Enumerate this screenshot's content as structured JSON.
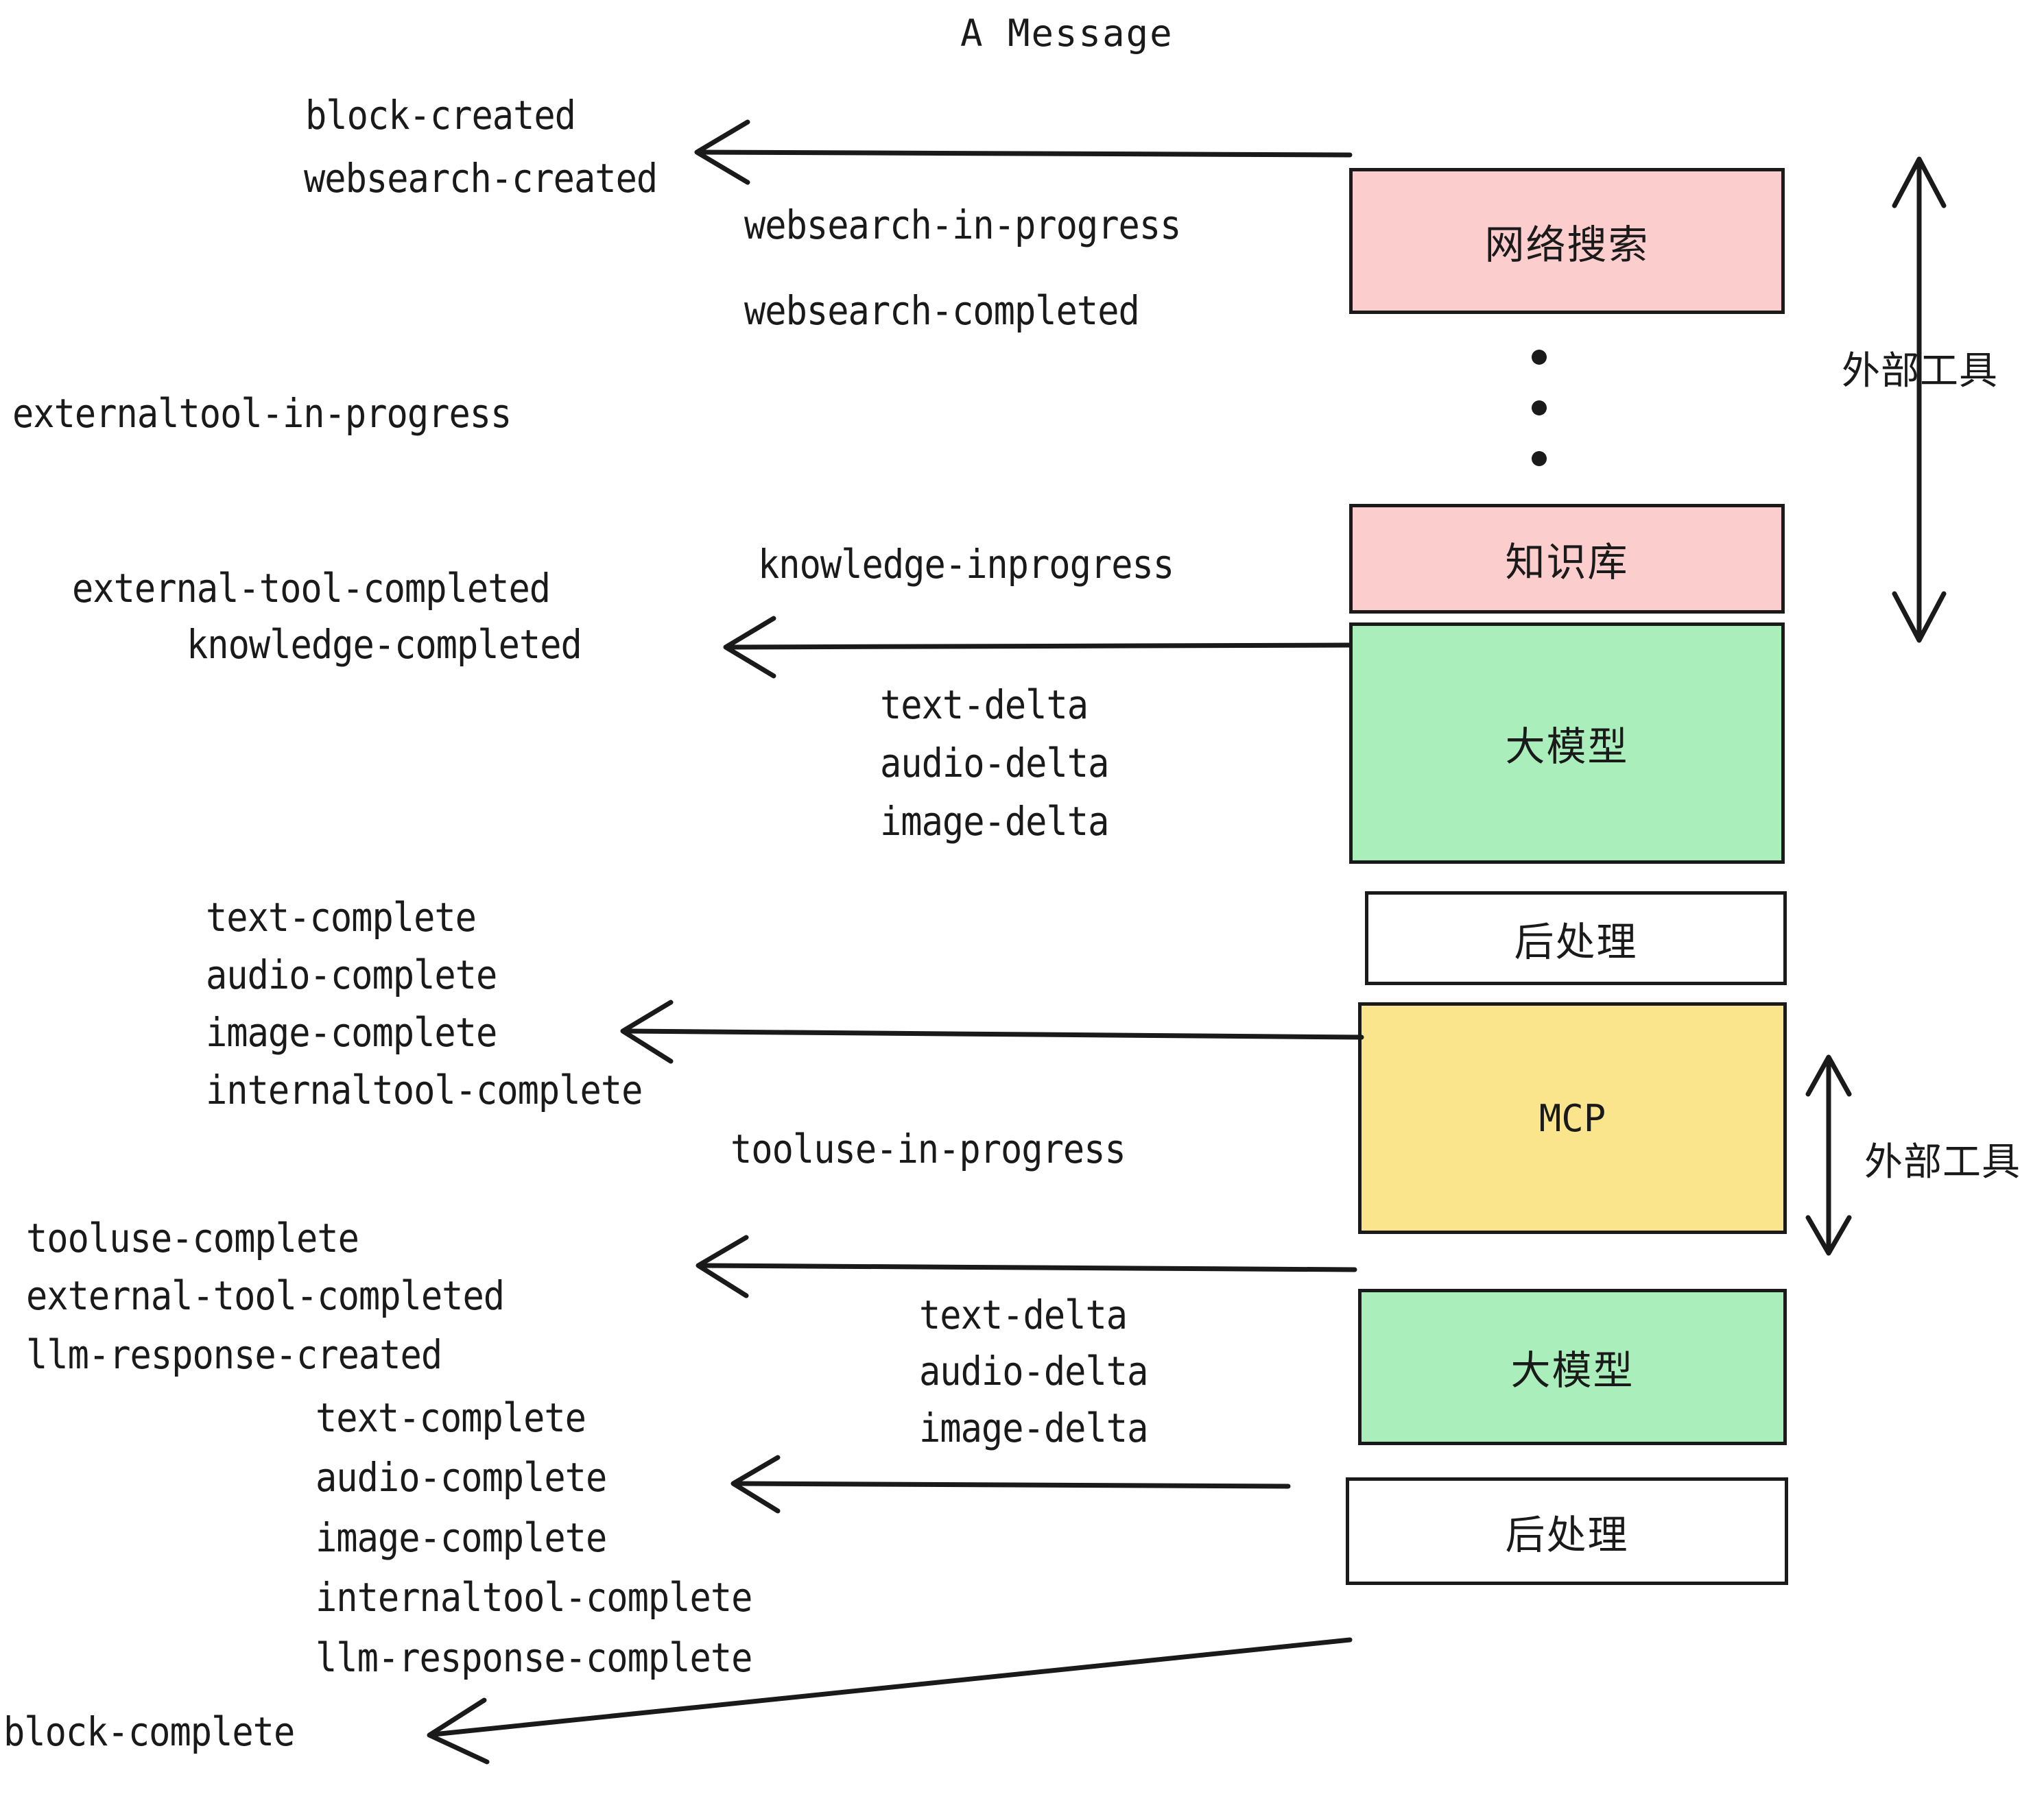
{
  "title": "A Message",
  "boxes": [
    {
      "id": "websearch",
      "label": "网络搜索",
      "color": "#fbcdcd"
    },
    {
      "id": "knowledge",
      "label": "知识库",
      "color": "#fbcdcd"
    },
    {
      "id": "llm-1",
      "label": "大模型",
      "color": "#aaeebb"
    },
    {
      "id": "postprocess-1",
      "label": "后处理",
      "color": "#ffffff"
    },
    {
      "id": "mcp",
      "label": "MCP",
      "color": "#fae58c"
    },
    {
      "id": "llm-2",
      "label": "大模型",
      "color": "#aaeebb"
    },
    {
      "id": "postprocess-2",
      "label": "后处理",
      "color": "#ffffff"
    }
  ],
  "side_labels": [
    {
      "id": "external-tool-top",
      "label": "外部工具"
    },
    {
      "id": "external-tool-bottom",
      "label": "外部工具"
    }
  ],
  "events": {
    "block_created": "block-created",
    "websearch_created": "websearch-created",
    "websearch_in_progress": "websearch-in-progress",
    "websearch_completed": "websearch-completed",
    "externaltool_in_progress": "externaltool-in-progress",
    "knowledge_inprogress": "knowledge-inprogress",
    "external_tool_completed_1": "external-tool-completed",
    "knowledge_completed": "knowledge-completed",
    "text_delta_1": "text-delta",
    "audio_delta_1": "audio-delta",
    "image_delta_1": "image-delta",
    "text_complete_1": "text-complete",
    "audio_complete_1": "audio-complete",
    "image_complete_1": "image-complete",
    "internaltool_complete_1": "internaltool-complete",
    "tooluse_in_progress": "tooluse-in-progress",
    "tooluse_complete": "tooluse-complete",
    "external_tool_completed_2": "external-tool-completed",
    "llm_response_created": "llm-response-created",
    "text_delta_2": "text-delta",
    "audio_delta_2": "audio-delta",
    "image_delta_2": "image-delta",
    "text_complete_2": "text-complete",
    "audio_complete_2": "audio-complete",
    "image_complete_2": "image-complete",
    "internaltool_complete_2": "internaltool-complete",
    "llm_response_complete": "llm-response-complete",
    "block_complete": "block-complete"
  },
  "colors": {
    "stroke": "#1a1a1a",
    "pink": "#fbcdcd",
    "green": "#aaeebb",
    "yellow": "#fae58c",
    "white": "#ffffff",
    "background": "#ffffff"
  }
}
